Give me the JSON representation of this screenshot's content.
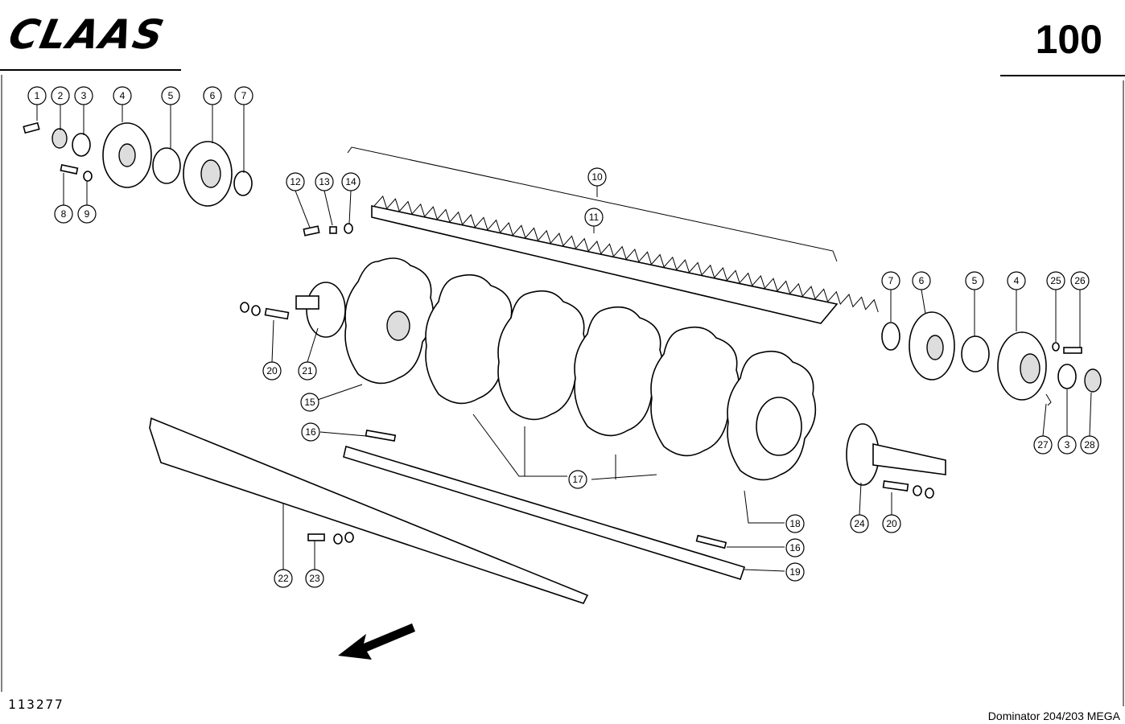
{
  "header": {
    "logo": "CLAAS",
    "page_number": "100"
  },
  "footer": {
    "drawing_number": "113277",
    "model": "Dominator 204/203 MEGA"
  },
  "callouts": [
    "1",
    "2",
    "3",
    "4",
    "5",
    "6",
    "7",
    "8",
    "9",
    "10",
    "11",
    "12",
    "13",
    "14",
    "15",
    "16",
    "17",
    "18",
    "19",
    "20",
    "21",
    "22",
    "23",
    "24",
    "25",
    "26",
    "27",
    "28"
  ],
  "right_callouts": [
    "7",
    "6",
    "5",
    "4",
    "25",
    "26",
    "27",
    "3",
    "28",
    "24",
    "20",
    "16",
    "19",
    "18"
  ]
}
